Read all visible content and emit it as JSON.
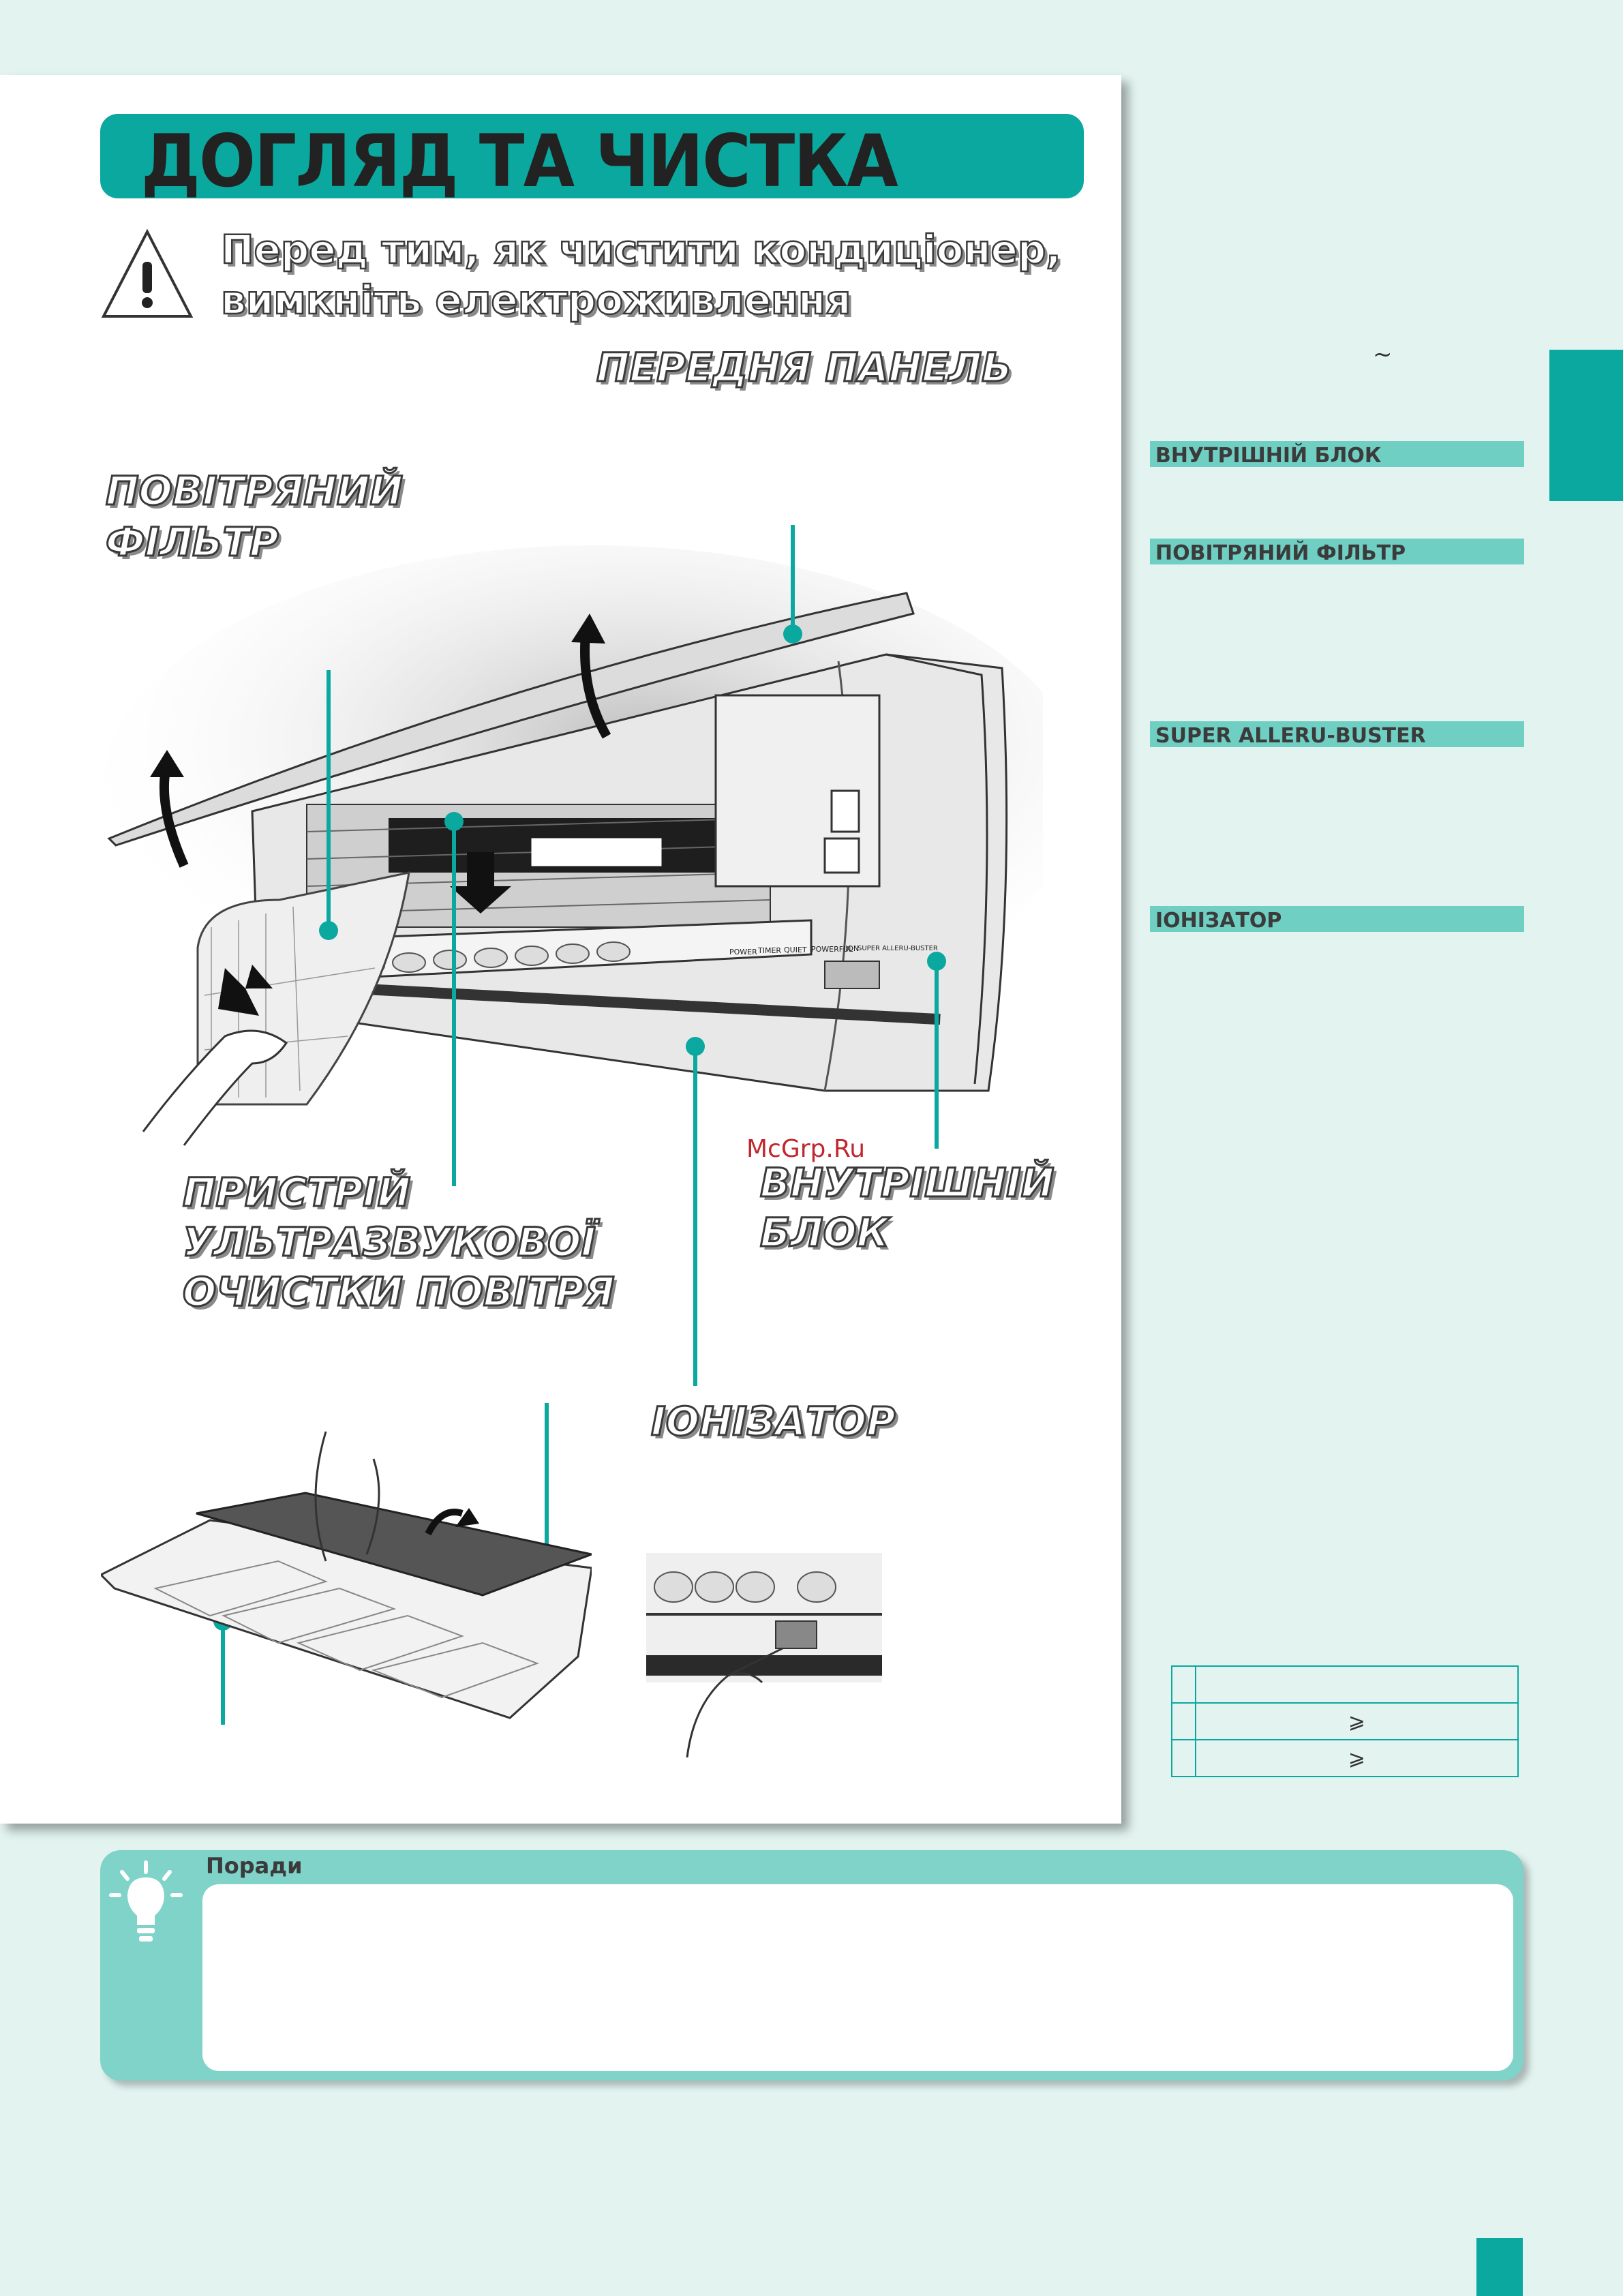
{
  "header": {
    "title": "ДОГЛЯД ТА ЧИСТКА"
  },
  "warning": {
    "line1": "Перед тим, як чистити кондиціонер,",
    "line2": "вимкніть електроживлення"
  },
  "labels": {
    "front_panel": "ПЕРЕДНЯ ПАНЕЛЬ",
    "air_filter_1": "ПОВІТРЯНИЙ",
    "air_filter_2": "ФІЛЬТР",
    "ultrasonic_1": "ПРИСТРІЙ",
    "ultrasonic_2": "УЛЬТРАЗВУКОВОЇ",
    "ultrasonic_3": "ОЧИСТКИ ПОВІТРЯ",
    "indoor_unit_1": "ВНУТРІШНІЙ",
    "indoor_unit_2": "БЛОК",
    "ionizer": "ІОНІЗАТОР"
  },
  "panel_buttons": [
    "POWER",
    "TIMER",
    "QUIET",
    "POWERFUL",
    "ION",
    "SUPER ALLERU-BUSTER"
  ],
  "watermark": "McGrp.Ru",
  "sidebar": {
    "tilde": "~",
    "items": [
      {
        "label": "ВНУТРІШНІЙ БЛОК"
      },
      {
        "label": "ПОВІТРЯНИЙ ФІЛЬТР"
      },
      {
        "label": "SUPER ALLERU-BUSTER"
      },
      {
        "label": "ІОНІЗАТОР"
      }
    ]
  },
  "spec_table": {
    "rows": [
      [
        "",
        ""
      ],
      [
        "",
        "⩾"
      ],
      [
        "",
        "⩾"
      ]
    ]
  },
  "tips": {
    "title": "Поради"
  },
  "colors": {
    "accent": "#0aa89e",
    "light_accent": "#6fcfc3",
    "page_bg": "#e3f4f0"
  }
}
